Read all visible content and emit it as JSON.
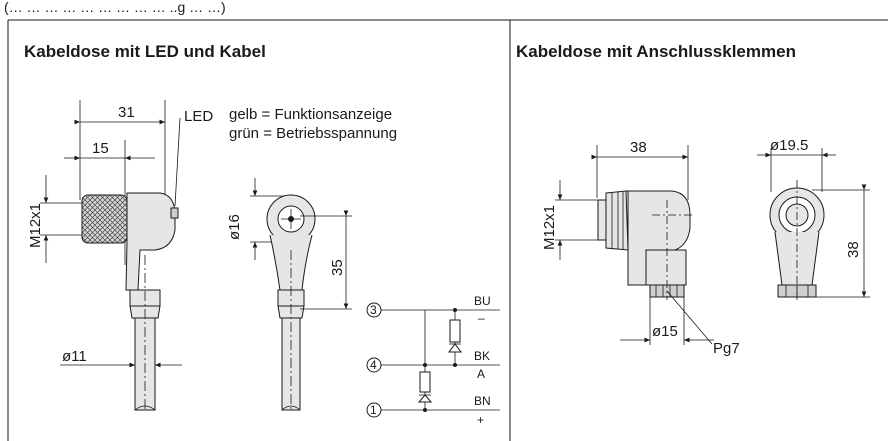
{
  "header_fragment": "(… … … … … … … … … ..g … …)",
  "left_panel": {
    "title": "Kabeldose mit LED und Kabel",
    "dim_31": "31",
    "dim_15": "15",
    "dim_m12": "M12x1",
    "led_label": "LED",
    "led_line1": "gelb = Funktionsanzeige",
    "led_line2": "grün = Betriebsspannung",
    "dim_d16": "ø16",
    "dim_35": "35",
    "dim_d11": "ø11"
  },
  "circuit": {
    "pin3": "3",
    "pin4": "4",
    "pin1": "1",
    "bu": "BU",
    "bu_sign": "–",
    "bk": "BK",
    "bk_sign": "A",
    "bn": "BN",
    "bn_sign": "+"
  },
  "right_panel": {
    "title": "Kabeldose mit Anschlussklemmen",
    "dim_38_top": "38",
    "dim_d195": "ø19.5",
    "dim_m12": "M12x1",
    "dim_38_side": "38",
    "dim_d15": "ø15",
    "pg7": "Pg7"
  },
  "colors": {
    "line": "#1a1a1a",
    "fill": "#e6e6e6"
  }
}
